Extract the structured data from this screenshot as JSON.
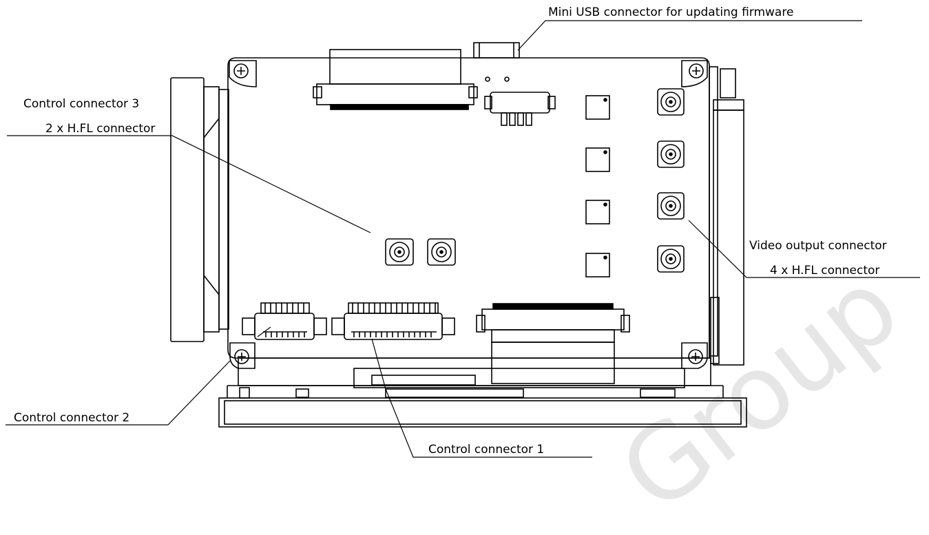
{
  "callouts": {
    "mini_usb": "Mini USB connector for updating firmware",
    "control_connector_3": "Control connector 3",
    "hfl_2x": "2 x H.FL connector",
    "video_output": "Video output connector",
    "hfl_4x": "4 x H.FL connector",
    "control_connector_2": "Control connector 2",
    "control_connector_1": "Control connector 1"
  },
  "watermark": "Group"
}
